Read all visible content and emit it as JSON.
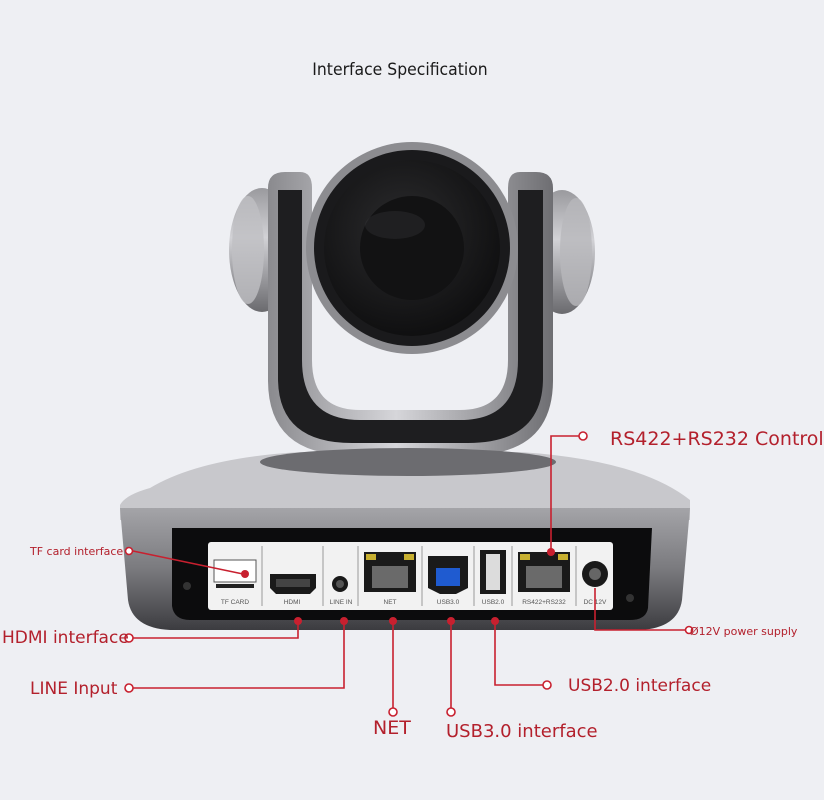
{
  "title": "Interface Specification",
  "ports": {
    "tf_card": "TF CARD",
    "hdmi": "HDMI",
    "line_in": "LINE IN",
    "net": "NET",
    "usb3": "USB3.0",
    "usb2": "USB2.0",
    "rs": "RS422+RS232",
    "dc": "DC 12V"
  },
  "callouts": {
    "rs_control": "RS422+RS232 Control",
    "tf_card": "TF card interface",
    "hdmi": "HDMI interface",
    "power": "Ø12V power supply",
    "line": "LINE Input",
    "usb2": "USB2.0 interface",
    "net": "NET",
    "usb3": "USB3.0 interface"
  },
  "colors": {
    "accent": "#c8202f",
    "background": "#eeeff3"
  }
}
